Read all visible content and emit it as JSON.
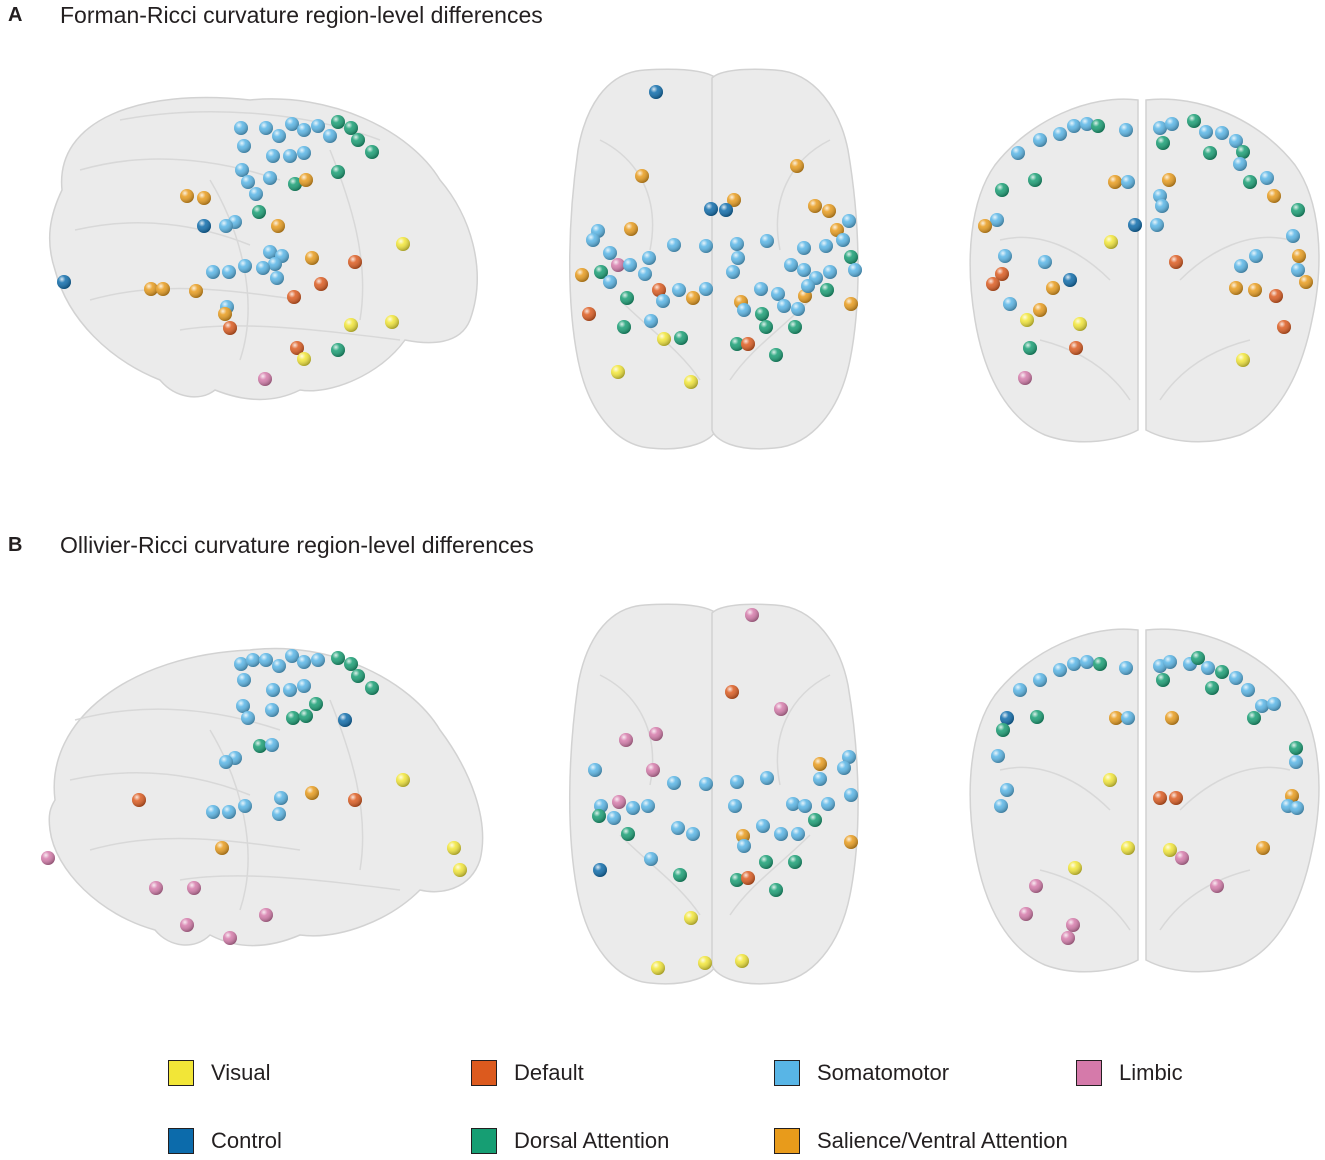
{
  "panels": [
    {
      "letter": "A",
      "title": "Forman-Ricci curvature region-level differences"
    },
    {
      "letter": "B",
      "title": "Ollivier-Ricci curvature region-level differences"
    }
  ],
  "networks": {
    "V": {
      "label": "Visual",
      "color": "#f2e637"
    },
    "D": {
      "label": "Default",
      "color": "#dc5a1e"
    },
    "S": {
      "label": "Somatomotor",
      "color": "#58b5e6"
    },
    "L": {
      "label": "Limbic",
      "color": "#d57aaa"
    },
    "C": {
      "label": "Control",
      "color": "#0c6bab"
    },
    "DA": {
      "label": "Dorsal Attention",
      "color": "#169e73"
    },
    "SV": {
      "label": "Salience/Ventral Attention",
      "color": "#e89b1b"
    }
  },
  "legend_order": [
    "V",
    "D",
    "S",
    "L",
    "C",
    "DA",
    "SV"
  ],
  "brain_views": [
    {
      "key": "A-sagittal",
      "icon": "sagittal-brain-icon"
    },
    {
      "key": "A-axial",
      "icon": "axial-brain-icon"
    },
    {
      "key": "A-coronal",
      "icon": "coronal-brain-icon"
    },
    {
      "key": "B-sagittal",
      "icon": "sagittal-brain-icon"
    },
    {
      "key": "B-axial",
      "icon": "axial-brain-icon"
    },
    {
      "key": "B-coronal",
      "icon": "coronal-brain-icon"
    }
  ]
}
